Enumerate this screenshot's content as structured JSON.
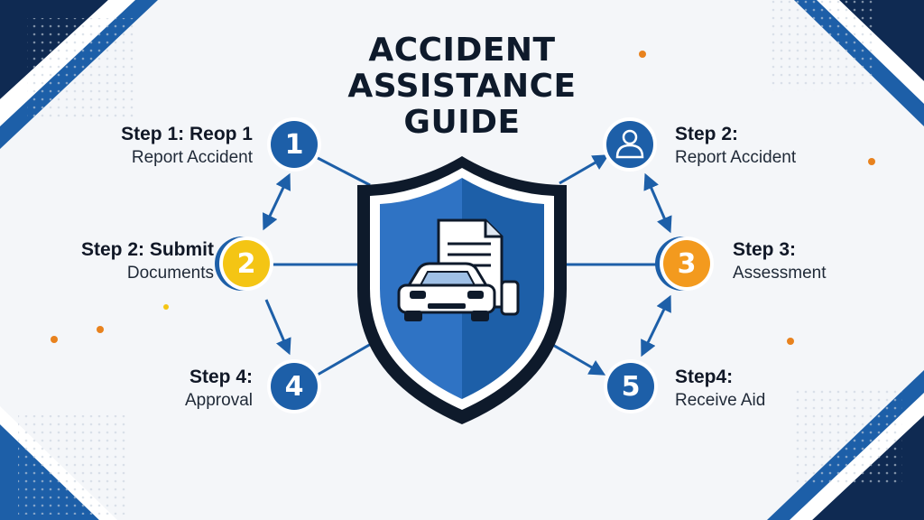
{
  "title": {
    "line1": "ACCIDENT",
    "line2": "ASSISTANCE",
    "line3": "GUIDE"
  },
  "steps": [
    {
      "id": "left-1",
      "head": "Step 1: Reop 1",
      "sub": "Report Accident",
      "badge": "1",
      "color": "#1d5fa8"
    },
    {
      "id": "left-2",
      "head": "Step 2: Submit",
      "sub": "Documents",
      "badge": "2",
      "color": "#f4c514"
    },
    {
      "id": "left-3",
      "head": "Step 4:",
      "sub": "Approval",
      "badge": "4",
      "color": "#1d5fa8"
    },
    {
      "id": "right-1",
      "head": "Step 2:",
      "sub": "Report Accident",
      "badge": "",
      "icon": "person-icon",
      "color": "#1d5fa8"
    },
    {
      "id": "right-2",
      "head": "Step 3:",
      "sub": "Assessment",
      "badge": "3",
      "color": "#f39a1e"
    },
    {
      "id": "right-3",
      "head": "Step4:",
      "sub": "Receive Aid",
      "badge": "5",
      "color": "#1d5fa8"
    }
  ],
  "center": {
    "icon": "shield-icon",
    "inner_icons": [
      "document-icon",
      "car-icon"
    ]
  },
  "colors": {
    "primary": "#1d5fa8",
    "dark": "#0e1a2b",
    "yellow": "#f4c514",
    "orange": "#f39a1e",
    "background": "#f4f6f9"
  }
}
